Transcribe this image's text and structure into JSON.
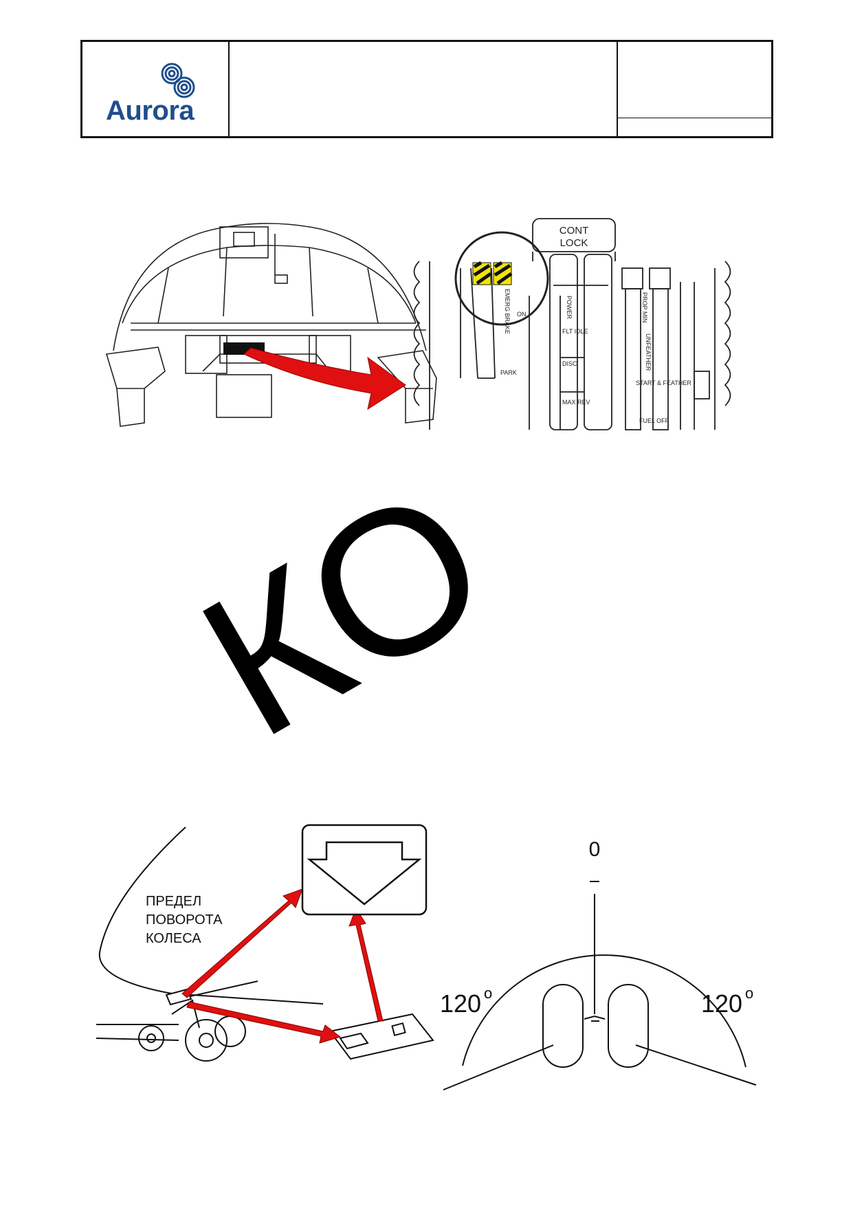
{
  "header": {
    "logo_text": "Aurora",
    "brand_color": "#1f4e8c"
  },
  "cockpit_figure": {
    "cont_lock_line1": "CONT",
    "cont_lock_line2": "LOCK",
    "emerg_brake_label": "EMERG BRAKE",
    "on_label": "ON",
    "park_label": "PARK",
    "power_label": "POWER",
    "flt_idle_label": "FLT IDLE",
    "disc_label": "DISC",
    "max_rev_label": "MAX REV",
    "prop_min_label": "PROP MIN",
    "unfeather_label": "UNFEATHER",
    "start_feather_label": "START & FEATHER",
    "fuel_off_label": "FUEL OFF",
    "arrow_color": "#e01010",
    "stripe_color": "#f2e600"
  },
  "watermark": {
    "text": "КО"
  },
  "steering_figure": {
    "limit_label_line1": "ПРЕДЕЛ",
    "limit_label_line2": "ПОВОРОТА",
    "limit_label_line3": "КОЛЕСА",
    "angle_zero": "0",
    "angle_left": "120",
    "angle_right": "120",
    "degree_symbol": "o"
  }
}
